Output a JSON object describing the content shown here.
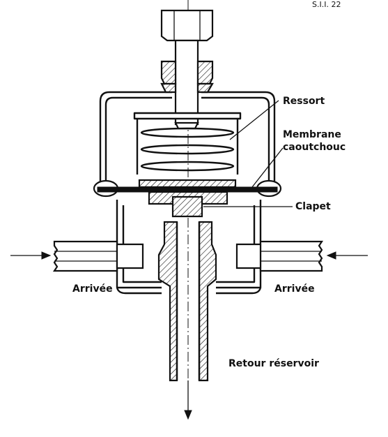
{
  "corner_code": "S.I.I. 22",
  "labels": {
    "ressort": "Ressort",
    "membrane_line1": "Membrane",
    "membrane_line2": "caoutchouc",
    "clapet": "Clapet",
    "arrivee_left": "Arrivée",
    "arrivee_right": "Arrivée",
    "retour": "Retour réservoir"
  },
  "colors": {
    "ink": "#111111",
    "paper": "#ffffff"
  }
}
